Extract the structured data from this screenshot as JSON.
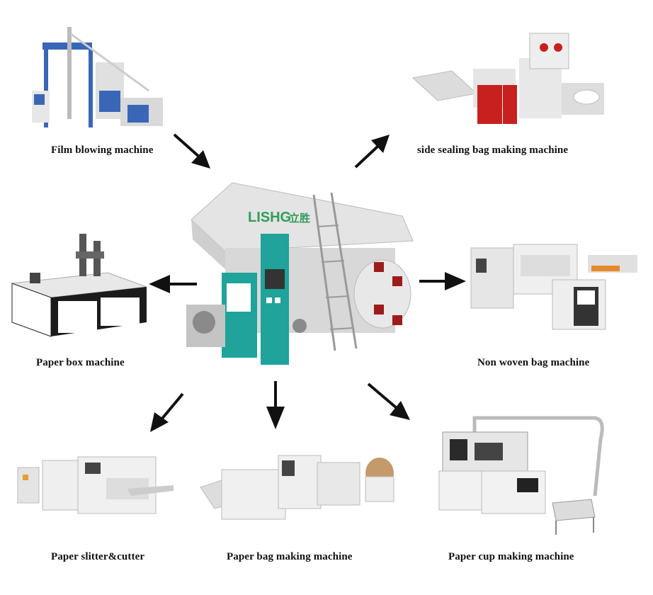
{
  "center": {
    "name": "center-printing-machine",
    "logo_text": "LISHG",
    "logo_cn": "立胜"
  },
  "machines": {
    "film_blowing": "Film blowing machine",
    "side_sealing": "side sealing bag making machine",
    "paper_box": "Paper box machine",
    "non_woven": "Non woven bag machine",
    "paper_slitter": "Paper slitter&cutter",
    "paper_bag": "Paper bag making machine",
    "paper_cup": "Paper cup making machine"
  },
  "colors": {
    "accent_teal": "#1fa39a",
    "machine_gray": "#dcdcdc",
    "label_text": "#111111",
    "accent_red": "#c8201e",
    "logo_green": "#2f9d5a"
  }
}
